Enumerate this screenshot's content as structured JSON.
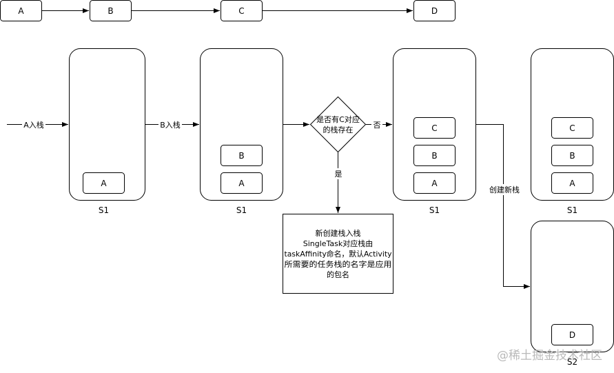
{
  "diagram": {
    "top_flow": [
      "A",
      "B",
      "C",
      "D"
    ],
    "edges": {
      "a_push": "A入栈",
      "b_push": "B入栈",
      "no": "否",
      "yes": "是",
      "create_stack": "创建新栈"
    },
    "stacks": {
      "s1_first": {
        "name": "S1",
        "items": [
          "A"
        ]
      },
      "s1_second": {
        "name": "S1",
        "items": [
          "B",
          "A"
        ]
      },
      "s1_third": {
        "name": "S1",
        "items": [
          "C",
          "B",
          "A"
        ]
      },
      "s1_fourth": {
        "name": "S1",
        "items": [
          "C",
          "B",
          "A"
        ]
      },
      "s2": {
        "name": "S2",
        "items": [
          "D"
        ]
      }
    },
    "decision": [
      "是否有C对应",
      "的栈存在"
    ],
    "note": [
      "新创建栈入栈",
      "SingleTask对应栈由",
      "taskAffinity命名，默认Activity",
      "所需要的任务栈的名字是应用",
      "的包名"
    ]
  },
  "watermark": "@稀土掘金技术社区"
}
